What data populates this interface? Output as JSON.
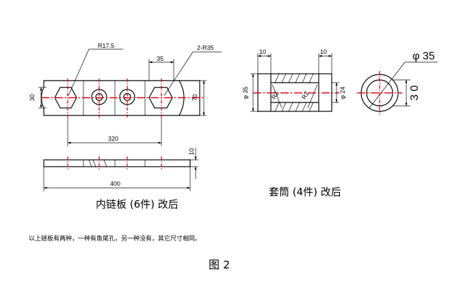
{
  "chain_plate": {
    "dims": {
      "r17_5": "R17.5",
      "two_r35": "2-R35",
      "d35": "35",
      "d30": "30",
      "d70": "70",
      "d320": "320",
      "d10": "10",
      "d400": "400"
    },
    "caption": "内链板 (6件) 改后"
  },
  "sleeve": {
    "dims": {
      "top_left_10": "10",
      "top_right_10": "10",
      "phi35": "φ 35",
      "phi24": "φ 24",
      "r2_left": "R2",
      "r2_right": "R2"
    },
    "caption": "套筒 (4件) 改后"
  },
  "sleeve_end": {
    "dims": {
      "phi35": "φ 35",
      "d30": "3 0"
    }
  },
  "note": "以上链板有两种，一种有鱼尾孔，另一种没有，其它尺寸相同。",
  "figure_label": "图 2",
  "colors": {
    "centerline": "#e8000b",
    "outline": "#000000"
  }
}
